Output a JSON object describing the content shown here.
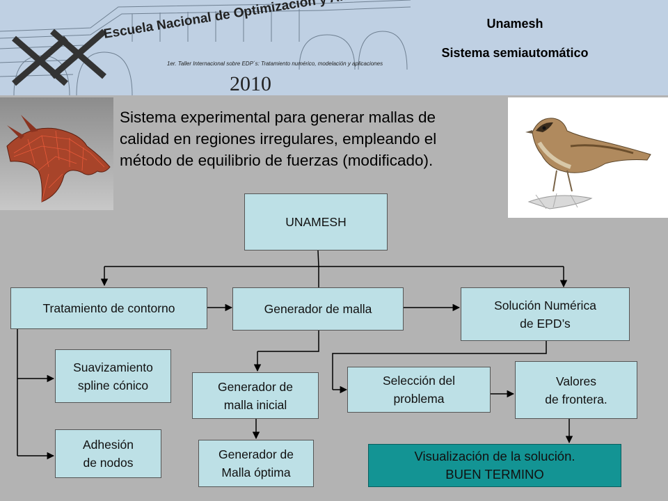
{
  "banner": {
    "logo_title": "Escuela Nacional de Optimización y Análisis Numérico",
    "logo_subtitle": "1er. Taller Internacional sobre EDP´s: Tratamiento numérico, modelación y aplicaciones",
    "logo_year": "2010"
  },
  "header": {
    "title": "Unamesh",
    "subtitle": "Sistema semiautomático"
  },
  "intro": {
    "line1": "Sistema experimental para generar mallas de",
    "line2": "calidad en regiones irregulares, empleando el",
    "line3": "método de equilibrio de fuerzas (modificado)."
  },
  "diagram": {
    "root": "UNAMESH",
    "contorno": "Tratamiento de contorno",
    "malla": "Generador de malla",
    "solucion": "Solución Numérica\nde EPD’s",
    "suavizamiento": "Suavizamiento\nspline cónico",
    "adhesion": "Adhesión\nde nodos",
    "malla_inicial": "Generador de\nmalla inicial",
    "malla_optima": "Generador de\nMalla óptima",
    "seleccion": "Selección del\nproblema",
    "valores": "Valores\nde frontera.",
    "visualizacion": "Visualización  de la solución.\nBUEN TERMINO"
  },
  "colors": {
    "box_fill": "#bde0e6",
    "final_box_fill": "#139494",
    "background": "#b3b3b3",
    "banner": "#bfd0e3"
  }
}
